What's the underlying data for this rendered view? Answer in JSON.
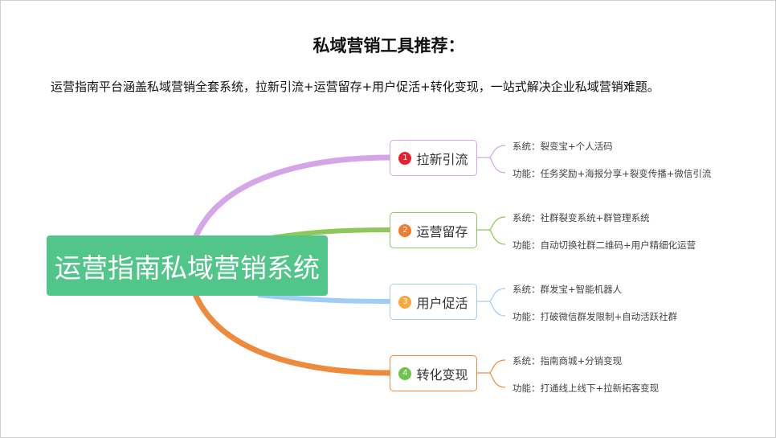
{
  "title": "私域营销工具推荐：",
  "subtitle": "运营指南平台涵盖私域营销全套系统，拉新引流+运营留存+用户促活+转化变现，一站式解决企业私域营销难题。",
  "root": "运营指南私域营销系统",
  "branches": [
    {
      "num": "1",
      "label": "拉新引流",
      "color": "#d4a6e8",
      "badge": "#e8202a",
      "system": "系统：裂变宝+个人活码",
      "function": "功能：任务奖励+海报分享+裂变传播+微信引流"
    },
    {
      "num": "2",
      "label": "运营留存",
      "color": "#8cc85a",
      "badge": "#f07b2a",
      "system": "系统：社群裂变系统+群管理系统",
      "function": "功能：自动切换社群二维码+用户精细化运营"
    },
    {
      "num": "3",
      "label": "用户促活",
      "color": "#9fcdf5",
      "badge": "#f8a93c",
      "system": "系统：群发宝+智能机器人",
      "function": "功能：打破微信群发限制+自动活跃社群"
    },
    {
      "num": "4",
      "label": "转化变现",
      "color": "#ee8a3c",
      "badge": "#6cc44a",
      "system": "系统：指南商城+分销变现",
      "function": "功能：打通线上线下+拉新拓客变现"
    }
  ]
}
